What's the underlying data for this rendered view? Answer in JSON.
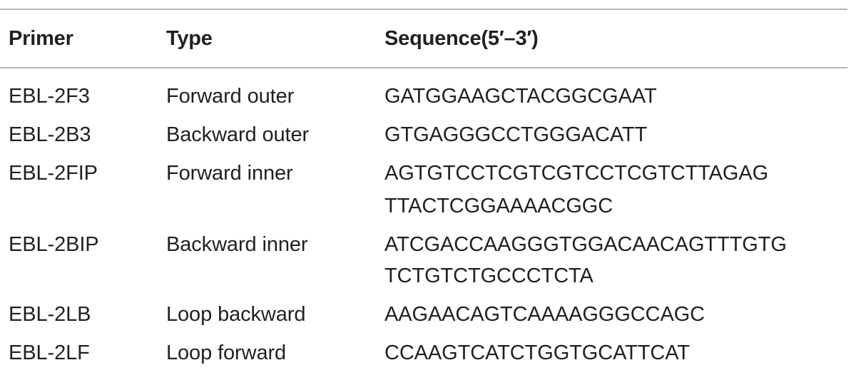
{
  "table": {
    "headers": {
      "primer": "Primer",
      "type": "Type",
      "sequence": "Sequence(5′–3′)"
    },
    "rows": [
      {
        "primer": "EBL-2F3",
        "type": "Forward outer",
        "sequence": [
          "GATGGAAGCTACGGCGAAT"
        ]
      },
      {
        "primer": "EBL-2B3",
        "type": "Backward outer",
        "sequence": [
          "GTGAGGGCCTGGGACATT"
        ]
      },
      {
        "primer": "EBL-2FIP",
        "type": "Forward inner",
        "sequence": [
          "AGTGTCCTCGTCGTCCTCGTCTTAGAG",
          "TTACTCGGAAAACGGC"
        ]
      },
      {
        "primer": "EBL-2BIP",
        "type": "Backward inner",
        "sequence": [
          "ATCGACCAAGGGTGGACAACAGTTTGTG",
          "TCTGTCTGCCCTCTA"
        ]
      },
      {
        "primer": "EBL-2LB",
        "type": "Loop backward",
        "sequence": [
          "AAGAACAGTCAAAAGGGCCAGC"
        ]
      },
      {
        "primer": "EBL-2LF",
        "type": "Loop forward",
        "sequence": [
          "CCAAGTCATCTGGTGCATTCAT"
        ]
      }
    ]
  }
}
